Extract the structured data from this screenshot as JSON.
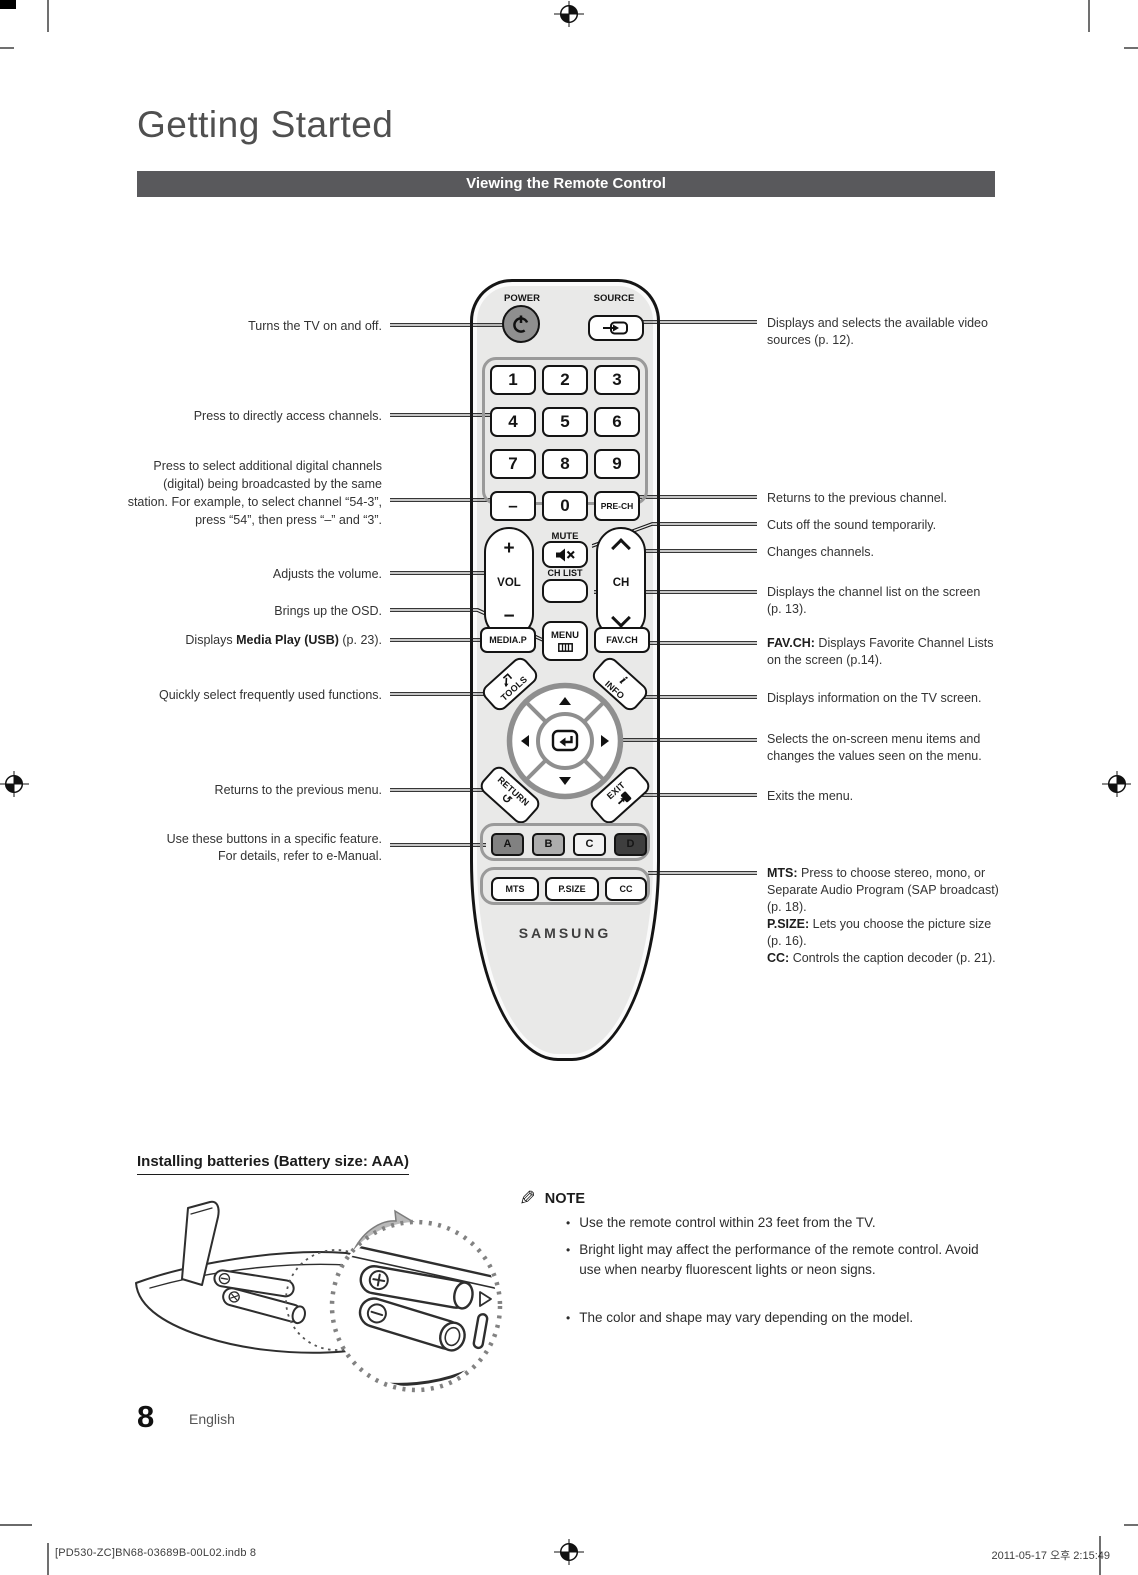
{
  "page": {
    "section_title": "Getting Started",
    "banner": "Viewing the Remote Control",
    "page_number": "8",
    "language": "English",
    "footer_left": "[PD530-ZC]BN68-03689B-00L02.indb   8",
    "footer_right": "2011-05-17   오후 2:15:49",
    "banner_bg": "#59595c"
  },
  "remote": {
    "brand": "SAMSUNG",
    "power_label": "POWER",
    "source_label": "SOURCE",
    "digits": [
      "1",
      "2",
      "3",
      "4",
      "5",
      "6",
      "7",
      "8",
      "9"
    ],
    "dash_label": "–",
    "zero_label": "0",
    "prech_label": "PRE-CH",
    "mute_label": "MUTE",
    "vol_plus": "+",
    "vol_label": "VOL",
    "vol_minus": "−",
    "ch_label": "CH",
    "chlist_label": "CH LIST",
    "mediap_label": "MEDIA.P",
    "menu_label": "MENU",
    "favch_label": "FAV.CH",
    "tools_label": "TOOLS",
    "info_label": "INFO",
    "return_label": "RETURN",
    "exit_label": "EXIT",
    "color_buttons": [
      "A",
      "B",
      "C",
      "D"
    ],
    "color_button_fills": [
      "#818181",
      "#adadad",
      "#f3f3f3",
      "#3e3e3e"
    ],
    "mts_label": "MTS",
    "psize_label": "P.SIZE",
    "cc_label": "CC"
  },
  "icons": {
    "up_arrow": "▲",
    "down_arrow": "▼",
    "left_arrow": "◀",
    "right_arrow": "▶",
    "return_arrow": "↺",
    "info_i": "i",
    "note_pencil": "✎",
    "bullet": "•"
  },
  "callouts_left": {
    "power": "Turns the TV on and off.",
    "digits": "Press to directly access channels.",
    "dash": "Press to select additional digital channels (digital) being broadcasted by the same station. For example, to select channel “54-3”, press “54”, then press “–” and “3”.",
    "vol": "Adjusts the volume.",
    "osd": "Brings up the OSD.",
    "media_pre": "Displays ",
    "media_bold": "Media Play (USB)",
    "media_post": " (p. 23).",
    "tools": "Quickly select frequently used functions.",
    "return": "Returns to the previous menu.",
    "abcd_line1": "Use these buttons in a specific feature.",
    "abcd_line2": "For details, refer to e-Manual."
  },
  "callouts_right": {
    "source": "Displays and selects the available video sources (p. 12).",
    "prech": "Returns to the previous channel.",
    "mute": "Cuts off the sound temporarily.",
    "ch": "Changes channels.",
    "chlist": "Displays the channel list on the screen (p. 13).",
    "favch_bold": "FAV.CH:",
    "favch_text": " Displays Favorite Channel Lists on the screen (p.14).",
    "info": "Displays information on the TV screen.",
    "dpad": "Selects the on-screen menu items and changes the values seen on the menu.",
    "exit": "Exits the menu.",
    "mts": [
      {
        "b": "MTS:",
        "t": " Press to choose stereo, mono, or Separate Audio Program (SAP broadcast) (p. 18)."
      },
      {
        "b": "P.SIZE:",
        "t": " Lets you choose the picture size (p. 16)."
      },
      {
        "b": "CC:",
        "t": " Controls the caption decoder (p. 21)."
      }
    ]
  },
  "battery_section": {
    "heading": "Installing batteries (Battery size: AAA)",
    "note_title": "NOTE",
    "notes": [
      "Use the remote control within 23 feet from the TV.",
      "Bright light may affect the performance of the remote control. Avoid use when nearby fluorescent lights or neon signs.",
      "The color and shape may vary depending on the model."
    ]
  }
}
